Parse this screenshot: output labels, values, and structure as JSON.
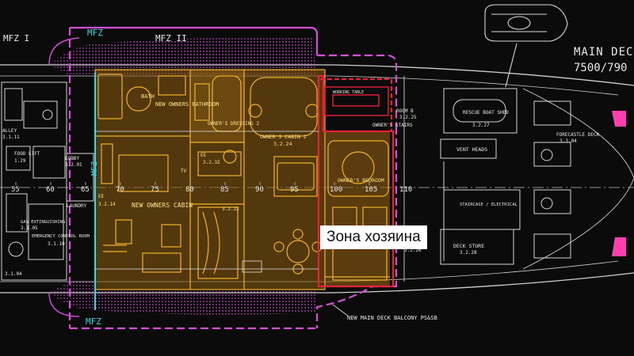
{
  "zones": {
    "mfz1": "MFZ I",
    "mfz_top": "MFZ",
    "mfz2": "MFZ II",
    "mfz_left_vertical": "MFZ",
    "mfz_bottom": "MFZ"
  },
  "deck": {
    "title": "MAIN DECK",
    "subtitle": "7500/790"
  },
  "frames": [
    "55",
    "60",
    "65",
    "70",
    "75",
    "80",
    "85",
    "90",
    "95",
    "100",
    "105",
    "110"
  ],
  "rooms": {
    "galley": "ALLEY",
    "galley_code": "3.1.11",
    "food_lift": "FOOD LIFT",
    "food_lift_code": "1.29",
    "lobby": "LOBBY",
    "lobby_code": "3.2.01",
    "laundry": "LAUNDRY",
    "gas_extinguishing": "GAS EXTINGUISHING",
    "gas_code": "3.1.05",
    "control_room": "EMERGENCY CONTROL ROOM",
    "control_code": "3.1.10",
    "bath": "BATH",
    "owners_bathroom": "NEW OWNERS BATHROOM",
    "owners_dressing": "OWNER'S DRESSING 2",
    "owners_cabin_2": "OWNER'S CABIN 2",
    "owners_cabin_2_code": "3.2.24",
    "working_table": "WORKING TABLE",
    "room": "ROOM B",
    "room_code": "3.2.25",
    "owners_stairs": "OWNER'S STAIRS",
    "owners_bedroom": "OWNER'S BEDROOM",
    "ee_top": "EE",
    "ee_top_code": "3.2.32",
    "ee_left": "EE",
    "ee_left_code": "3.2.14",
    "new_owners_cabin": "NEW OWNERS CABIN",
    "room_222": "3.2.22",
    "tv": "TV",
    "rescue_boat_shed": "RESCUE BOAT SHED",
    "rescue_code": "3.2.27",
    "vent_heads": "VENT HEADS",
    "forecastle_deck": "FORECASTLE DECK",
    "forecastle_code": "3.3.04",
    "staircase": "STAIRCASE / ELECTRICAL",
    "staircase_code": "3.2.26",
    "deck_store": "DECK STORE",
    "deck_store_code": "3.2.28",
    "balcony": "NEW MAIN DECK BALCONY PS&SB",
    "code_3104": "3.1.04",
    "code_3228": "3.2.28"
  },
  "caption": "Зона хозяина",
  "colors": {
    "background": "#0b0b0b",
    "linework": "#dcdcdc",
    "owner_area": "#8a5a10",
    "owner_lines": "#f0b12a",
    "mfz_magenta": "#d24fd6",
    "highlight_red": "#e6223a",
    "cyan": "#37d6e0",
    "marker": "#ff3fb0"
  }
}
